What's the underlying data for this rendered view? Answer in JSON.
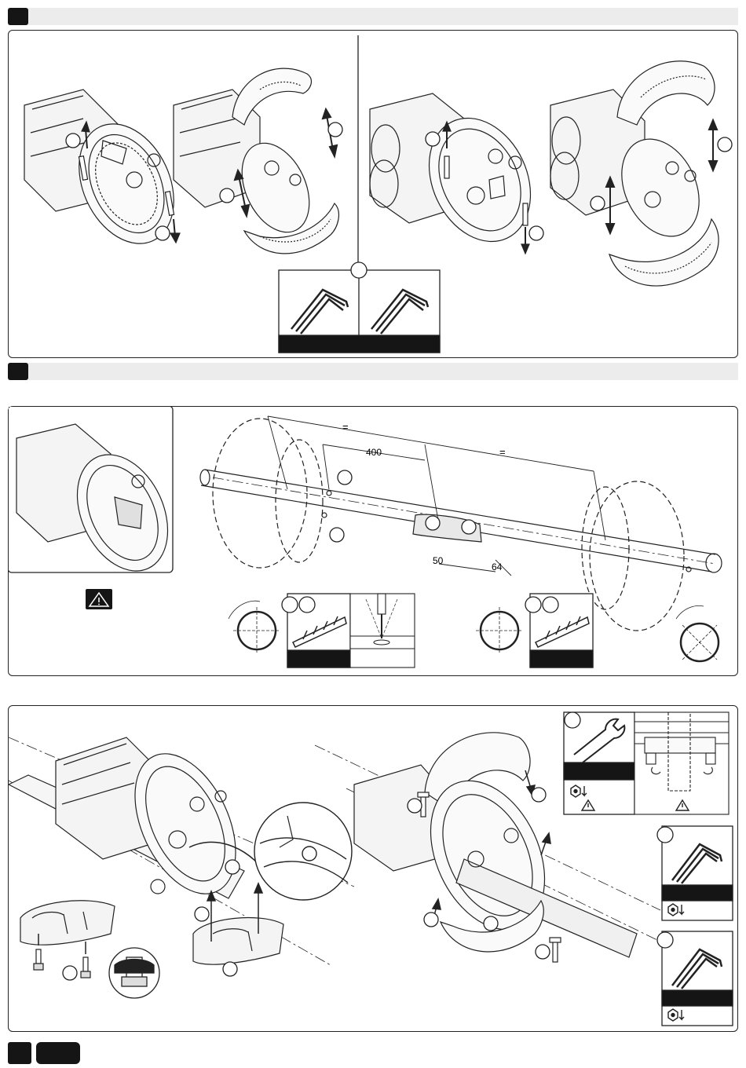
{
  "labels": {
    "eq_left": "=",
    "eq_right": "=",
    "dim_400": "400",
    "dim_50": "50",
    "dim_64": "64"
  },
  "icons": {
    "warning": "warning-triangle-icon",
    "allen_key": "allen-key-icon",
    "wrench": "wrench-icon",
    "drill_bit": "drill-bit-icon",
    "tighten": "tighten-nut-icon"
  },
  "colors": {
    "ink": "#151515",
    "bar_grey": "#ececec"
  }
}
